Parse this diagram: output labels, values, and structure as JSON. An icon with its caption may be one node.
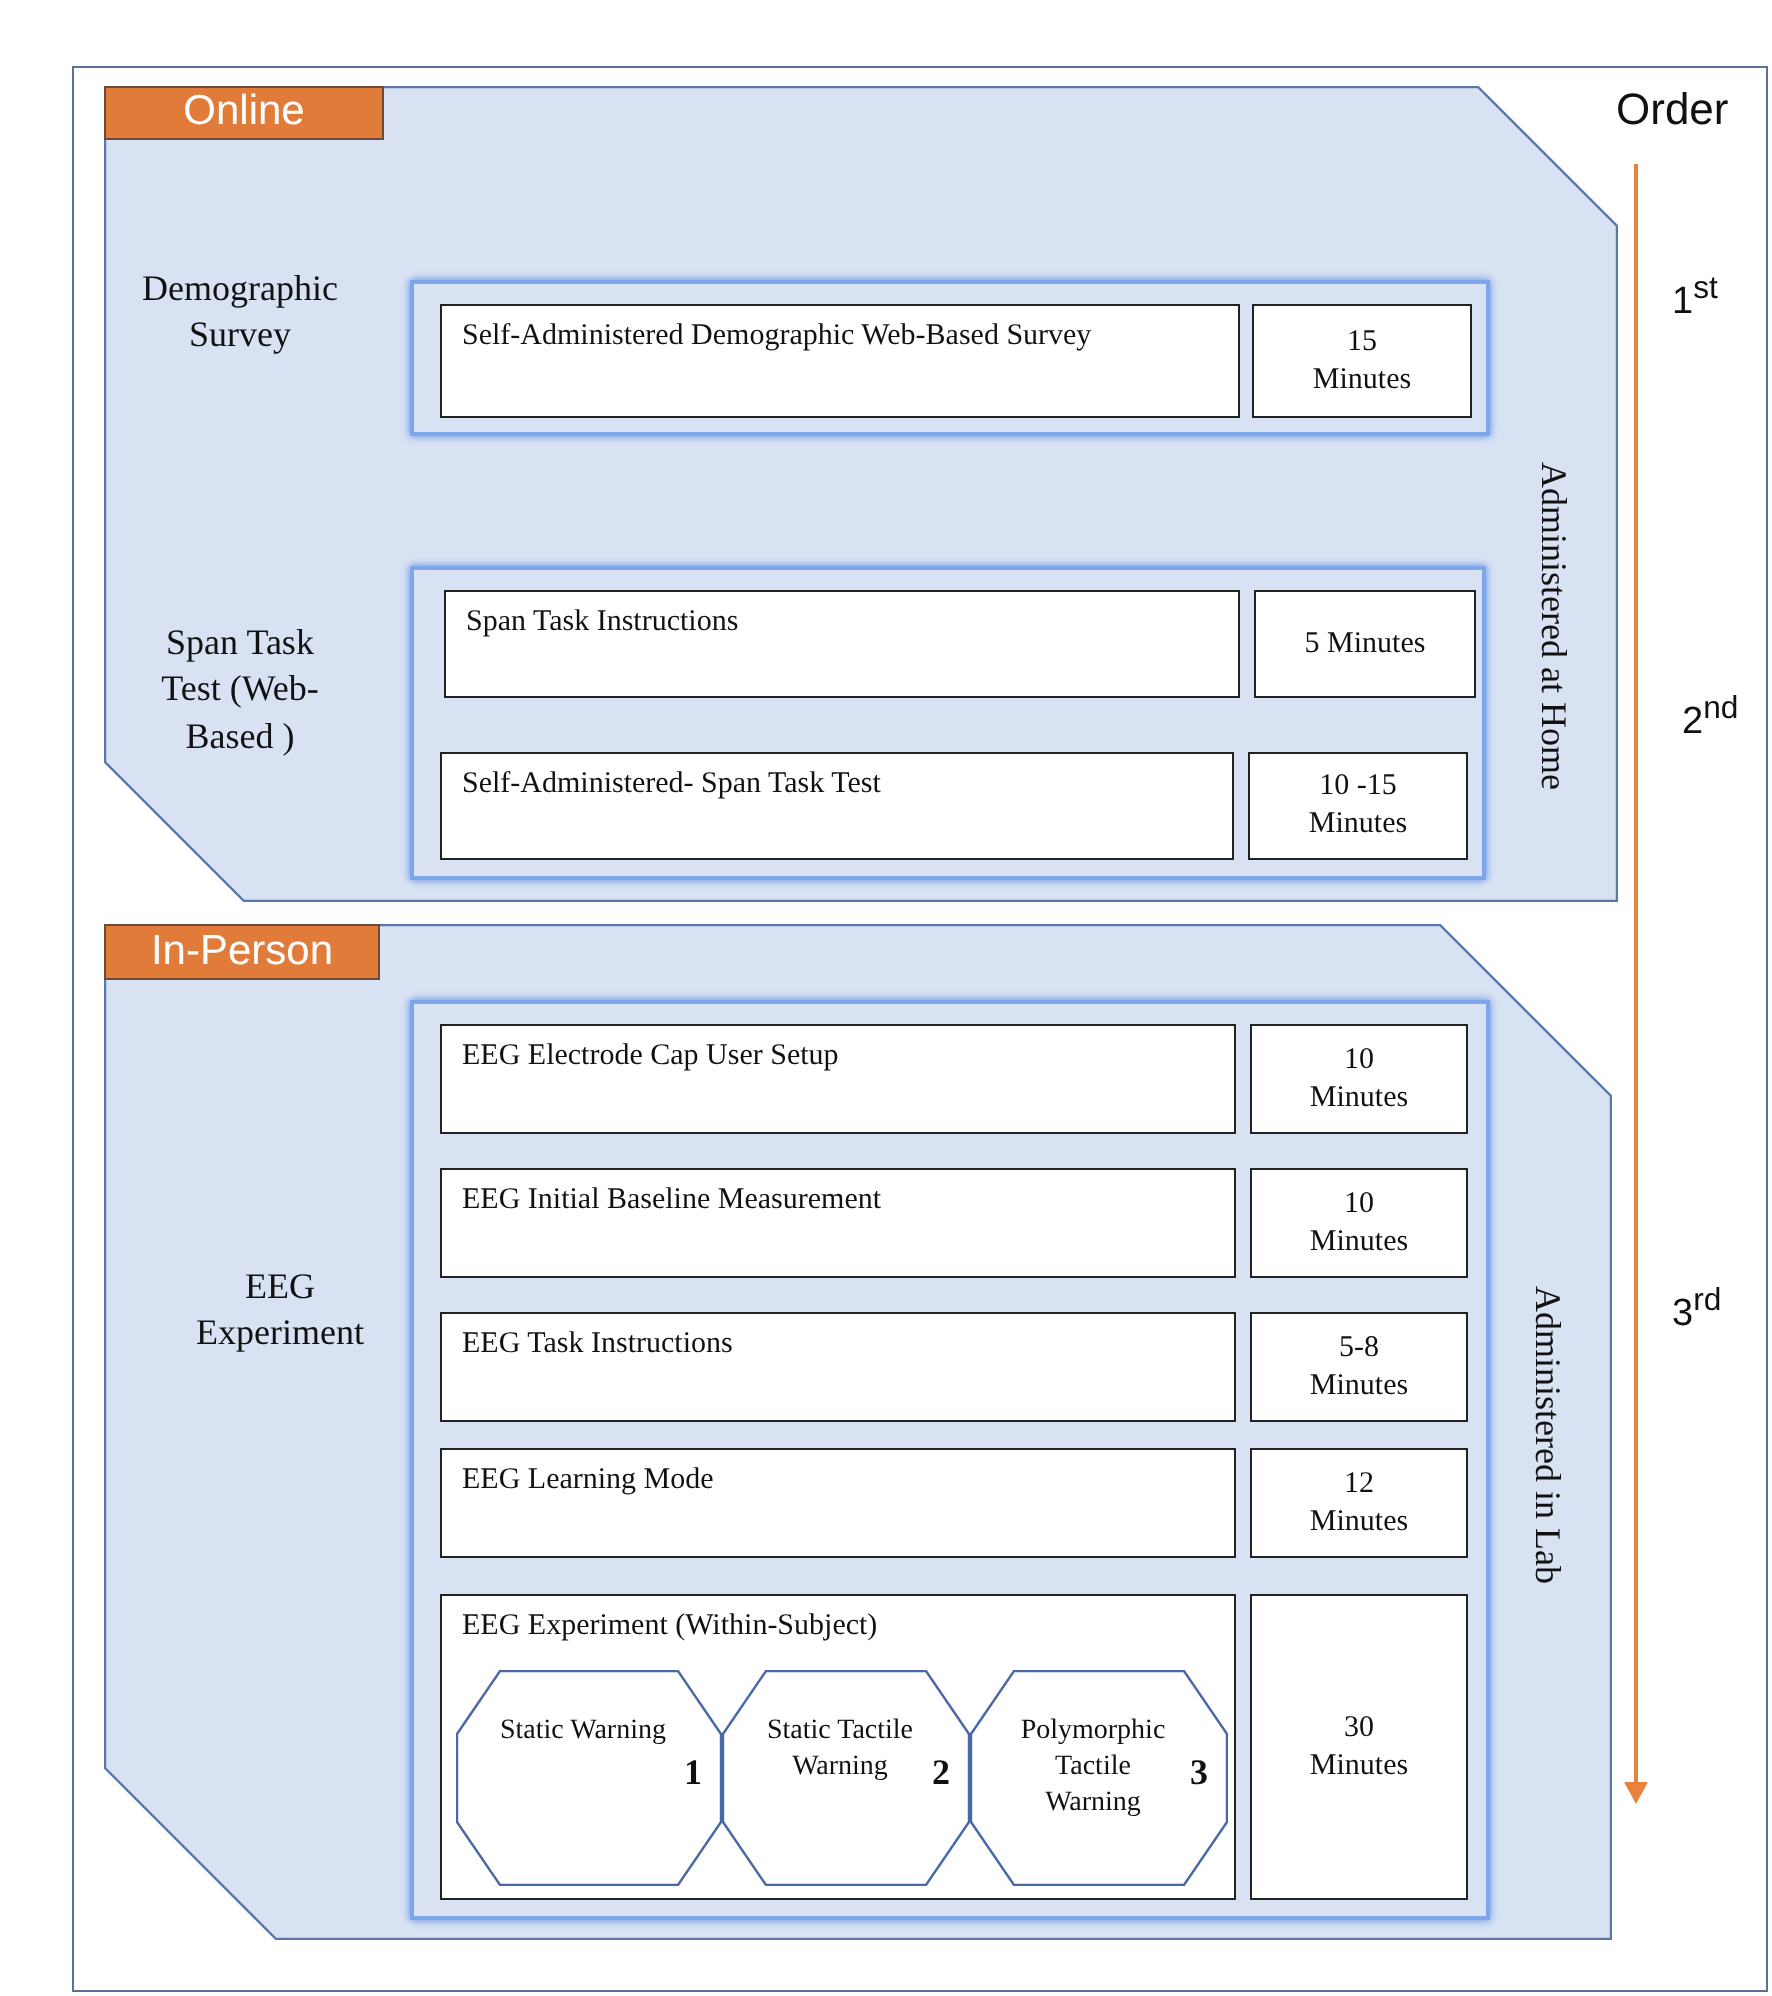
{
  "diagram": {
    "nodes": [
      {
        "text": [
          "Online",
          "Administered at Home"
        ]
      },
      {
        "text": [
          "Demographic Survey"
        ],
        "in": 0
      },
      {
        "text": [
          "Self-Administered Demographic Web-Based Survey"
        ],
        "in": 1
      },
      {
        "text": [
          "15 Minutes"
        ],
        "in": 1
      },
      {
        "text": [
          "Span Task Test (Web-Based )"
        ],
        "in": 0
      },
      {
        "text": [
          "Span Task Instructions"
        ],
        "in": 4
      },
      {
        "text": [
          "5 Minutes"
        ],
        "in": 4
      },
      {
        "text": [
          "Self-Administered- Span Task Test"
        ],
        "in": 4
      },
      {
        "text": [
          "10 -15 Minutes"
        ],
        "in": 4
      },
      {
        "text": [
          "In-Person",
          "Administered in Lab"
        ]
      },
      {
        "text": [
          "EEG Experiment"
        ],
        "in": 9
      },
      {
        "text": [
          "EEG Electrode Cap User Setup"
        ],
        "in": 10
      },
      {
        "text": [
          "10 Minutes"
        ],
        "in": 10
      },
      {
        "text": [
          "EEG Initial Baseline Measurement"
        ],
        "in": 10
      },
      {
        "text": [
          "10 Minutes"
        ],
        "in": 10
      },
      {
        "text": [
          "EEG Task Instructions"
        ],
        "in": 10
      },
      {
        "text": [
          "5-8 Minutes"
        ],
        "in": 10
      },
      {
        "text": [
          "EEG Learning Mode"
        ],
        "in": 10
      },
      {
        "text": [
          "12 Minutes"
        ],
        "in": 10
      },
      {
        "text": [
          "EEG Experiment (Within-Subject)"
        ],
        "in": 10
      },
      {
        "text": [
          "30 Minutes"
        ],
        "in": 10
      },
      {
        "text": [
          "Static Warning",
          "1"
        ],
        "in": 19
      },
      {
        "text": [
          "Static Tactile Warning",
          "2"
        ],
        "in": 19
      },
      {
        "text": [
          "Polymorphic Tactile Warning",
          "3"
        ],
        "in": 19
      }
    ],
    "labels": [
      "Order",
      "1$^{st}$",
      "2$^{nd}$",
      "3$^{rd}$"
    ]
  }
}
